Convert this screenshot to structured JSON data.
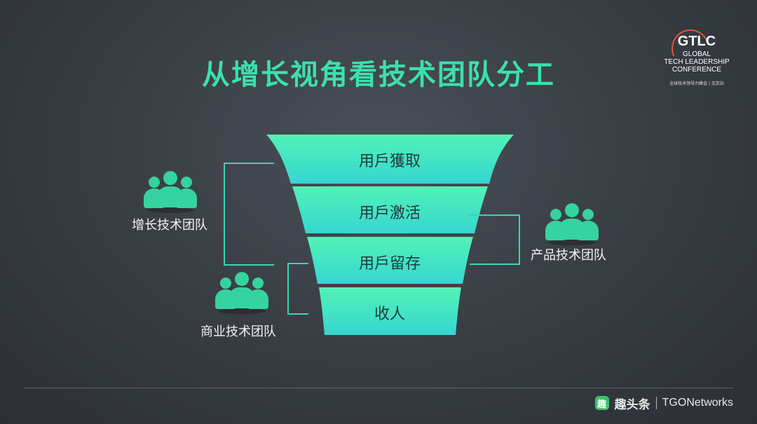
{
  "title": "从增长视角看技术团队分工",
  "logo": {
    "gtlc": "GTLC",
    "line1": "GLOBAL",
    "line2": "TECH LEADERSHIP",
    "line3": "CONFERENCE",
    "sub": "全球技术领导力峰会 | 北京站"
  },
  "funnel": {
    "stages": [
      "用戶獲取",
      "用戶激活",
      "用戶留存",
      "收人"
    ]
  },
  "teams": {
    "growth": "增长技术团队",
    "product": "产品技术团队",
    "business": "商业技术团队"
  },
  "footer": {
    "brand_icon": "趣",
    "brand": "趣头条",
    "partner": "TGONetworks"
  },
  "colors": {
    "accent": "#3ce0b0",
    "funnel_top": "#4ff0b8",
    "funnel_bottom": "#38d8d0",
    "people": "#35d39f"
  }
}
